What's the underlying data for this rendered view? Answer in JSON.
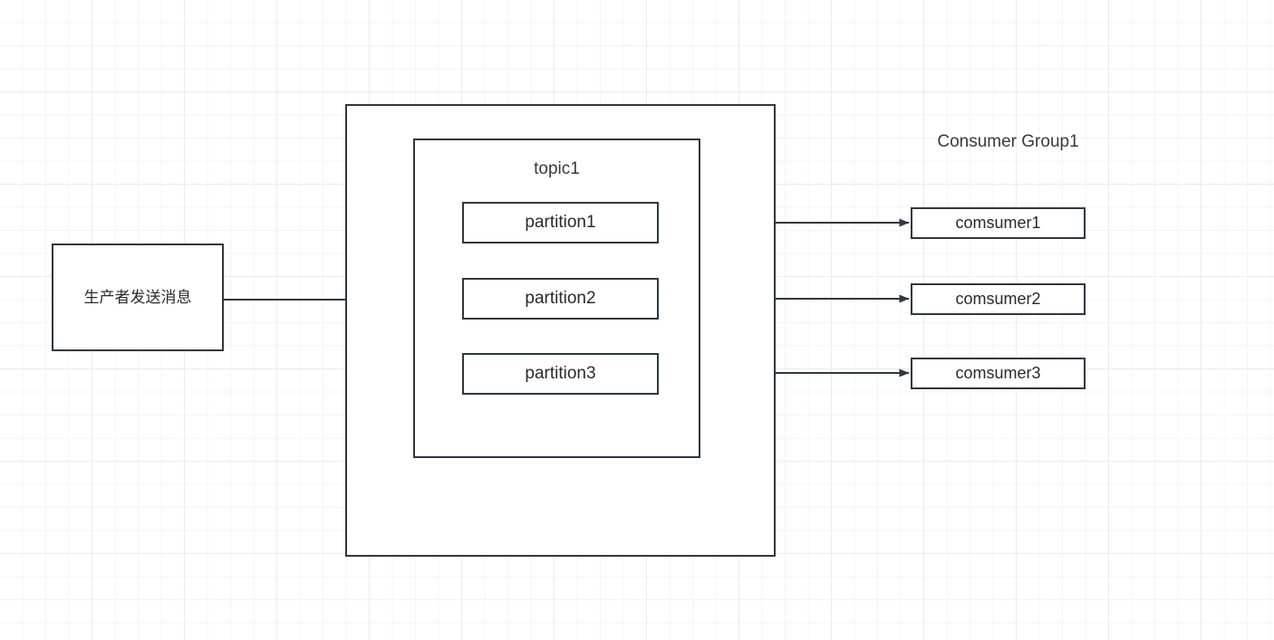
{
  "diagram": {
    "title": "Kafka producer topic partitions to consumer group",
    "stroke_color": "#2f3741",
    "text_color": "#2a2a2a",
    "background_color": "#ffffff",
    "grid_minor_color": "#f4f4f4",
    "grid_major_color": "#ebebeb"
  },
  "producer": {
    "label": "生产者发送消息"
  },
  "broker": {
    "topic": {
      "title": "topic1",
      "partitions": [
        {
          "label": "partition1"
        },
        {
          "label": "partition2"
        },
        {
          "label": "partition3"
        }
      ]
    }
  },
  "consumer_group": {
    "title": "Consumer Group1",
    "consumers": [
      {
        "label": "comsumer1"
      },
      {
        "label": "comsumer2"
      },
      {
        "label": "comsumer3"
      }
    ]
  },
  "edges": [
    {
      "name": "producer-to-topic",
      "from": "producer",
      "to": "topic1",
      "label": ""
    },
    {
      "name": "partition1-to-comsumer1",
      "from": "partition1",
      "to": "comsumer1",
      "label": ""
    },
    {
      "name": "partition2-to-comsumer2",
      "from": "partition2",
      "to": "comsumer2",
      "label": ""
    },
    {
      "name": "partition3-to-comsumer3",
      "from": "partition3",
      "to": "comsumer3",
      "label": ""
    }
  ]
}
